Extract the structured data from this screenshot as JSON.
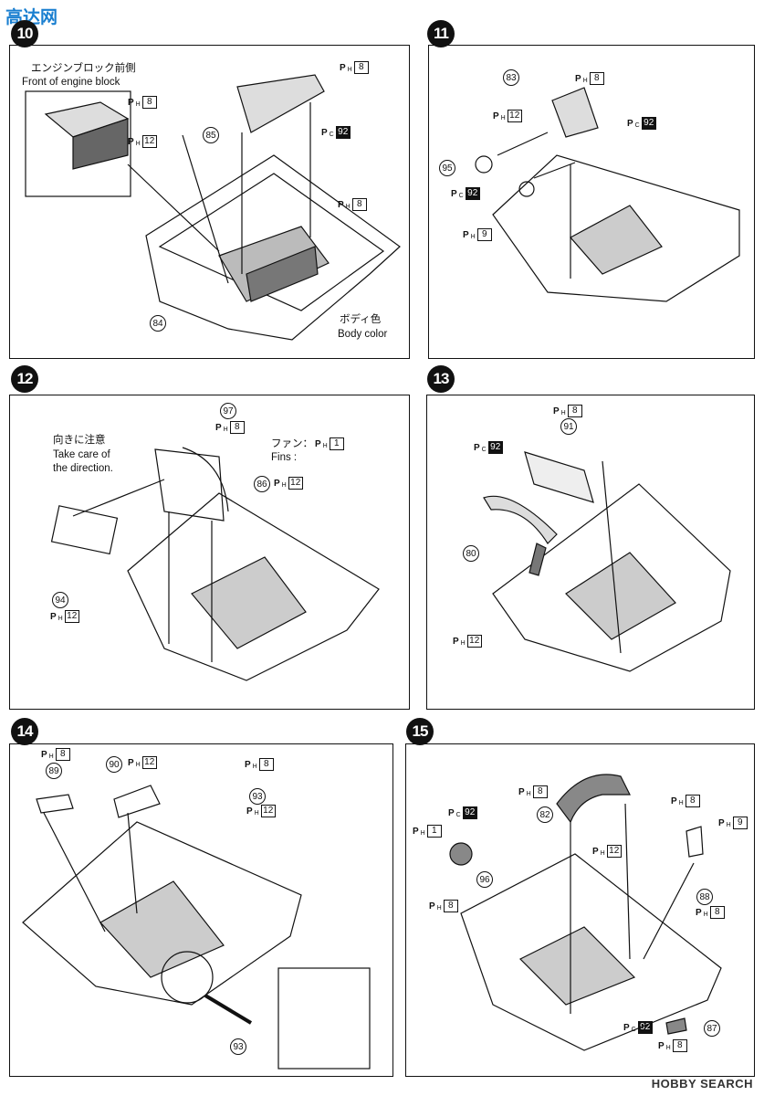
{
  "watermark_top": "高达网",
  "watermark_bottom": "HOBBY SEARCH",
  "steps": {
    "s10": "10",
    "s11": "11",
    "s12": "12",
    "s13": "13",
    "s14": "14",
    "s15": "15"
  },
  "step10": {
    "callout_jp": "エンジンブロック前側",
    "callout_en": "Front of engine block",
    "body_color_jp": "ボディ色",
    "body_color_en": "Body color",
    "parts": [
      "85",
      "84"
    ]
  },
  "step12": {
    "direction_jp": "向きに注意",
    "direction_en_1": "Take care of",
    "direction_en_2": "the direction.",
    "fan_jp": "ファン：",
    "fan_en": "Fins :",
    "parts": [
      "97",
      "86",
      "94"
    ]
  },
  "step11": {
    "parts": [
      "83",
      "95"
    ]
  },
  "step13": {
    "parts": [
      "91",
      "80"
    ]
  },
  "step14": {
    "parts": [
      "89",
      "90",
      "93",
      "93"
    ]
  },
  "step15": {
    "parts": [
      "82",
      "96",
      "88",
      "87"
    ]
  },
  "paint": {
    "P": "P",
    "H": "H",
    "C": "C",
    "n8": "8",
    "n12": "12",
    "n92": "92",
    "n1": "1",
    "n9": "9"
  }
}
